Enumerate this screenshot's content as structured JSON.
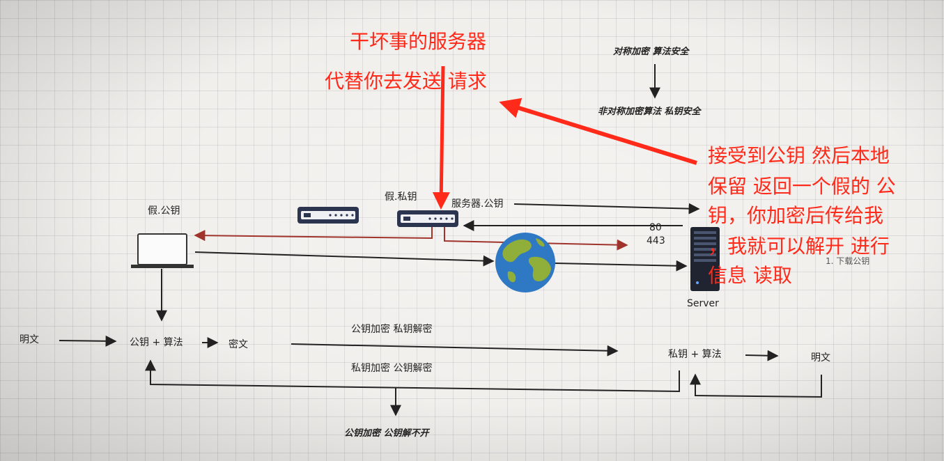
{
  "top_right_notes": {
    "symmetric": "对称加密 算法安全",
    "asymmetric": "非对称加密算法 私钥安全"
  },
  "red_annotations": {
    "title_line1": "干坏事的服务器",
    "title_line2": "代替你去发送 请求",
    "explanation_lines": [
      "接受到公钥 然后本地",
      "保留 返回一个假的 公",
      "钥，你加密后传给我",
      "，我就可以解开 进行",
      "信息 读取"
    ]
  },
  "network_labels": {
    "client_fake_pubkey": "假.公钥",
    "middle_fake_privkey": "假.私钥",
    "server_pubkey": "服务器.公钥",
    "port_80": "80",
    "port_443": "443",
    "download_pubkey": "1. 下载公钥",
    "server": "Server"
  },
  "flow": {
    "plaintext_left": "明文",
    "pubkey_algorithm": "公钥 + 算法",
    "ciphertext": "密文",
    "pub_encrypt_priv_decrypt": "公钥加密  私钥解密",
    "priv_encrypt_pub_decrypt": "私钥加密 公钥解密",
    "privkey_algorithm": "私钥 + 算法",
    "plaintext_right": "明文",
    "cannot_decrypt": "公钥加密 公钥解不开"
  },
  "colors": {
    "red_annotation": "#ff2a1a",
    "line": "#222222",
    "dark_red_line": "#a0342c",
    "router_body": "#2b3550",
    "server_body": "#1f2430",
    "globe_ocean": "#2f78c4",
    "globe_land": "#8fae3a"
  },
  "icons": [
    "laptop-icon",
    "router-icon",
    "globe-icon",
    "server-icon"
  ]
}
